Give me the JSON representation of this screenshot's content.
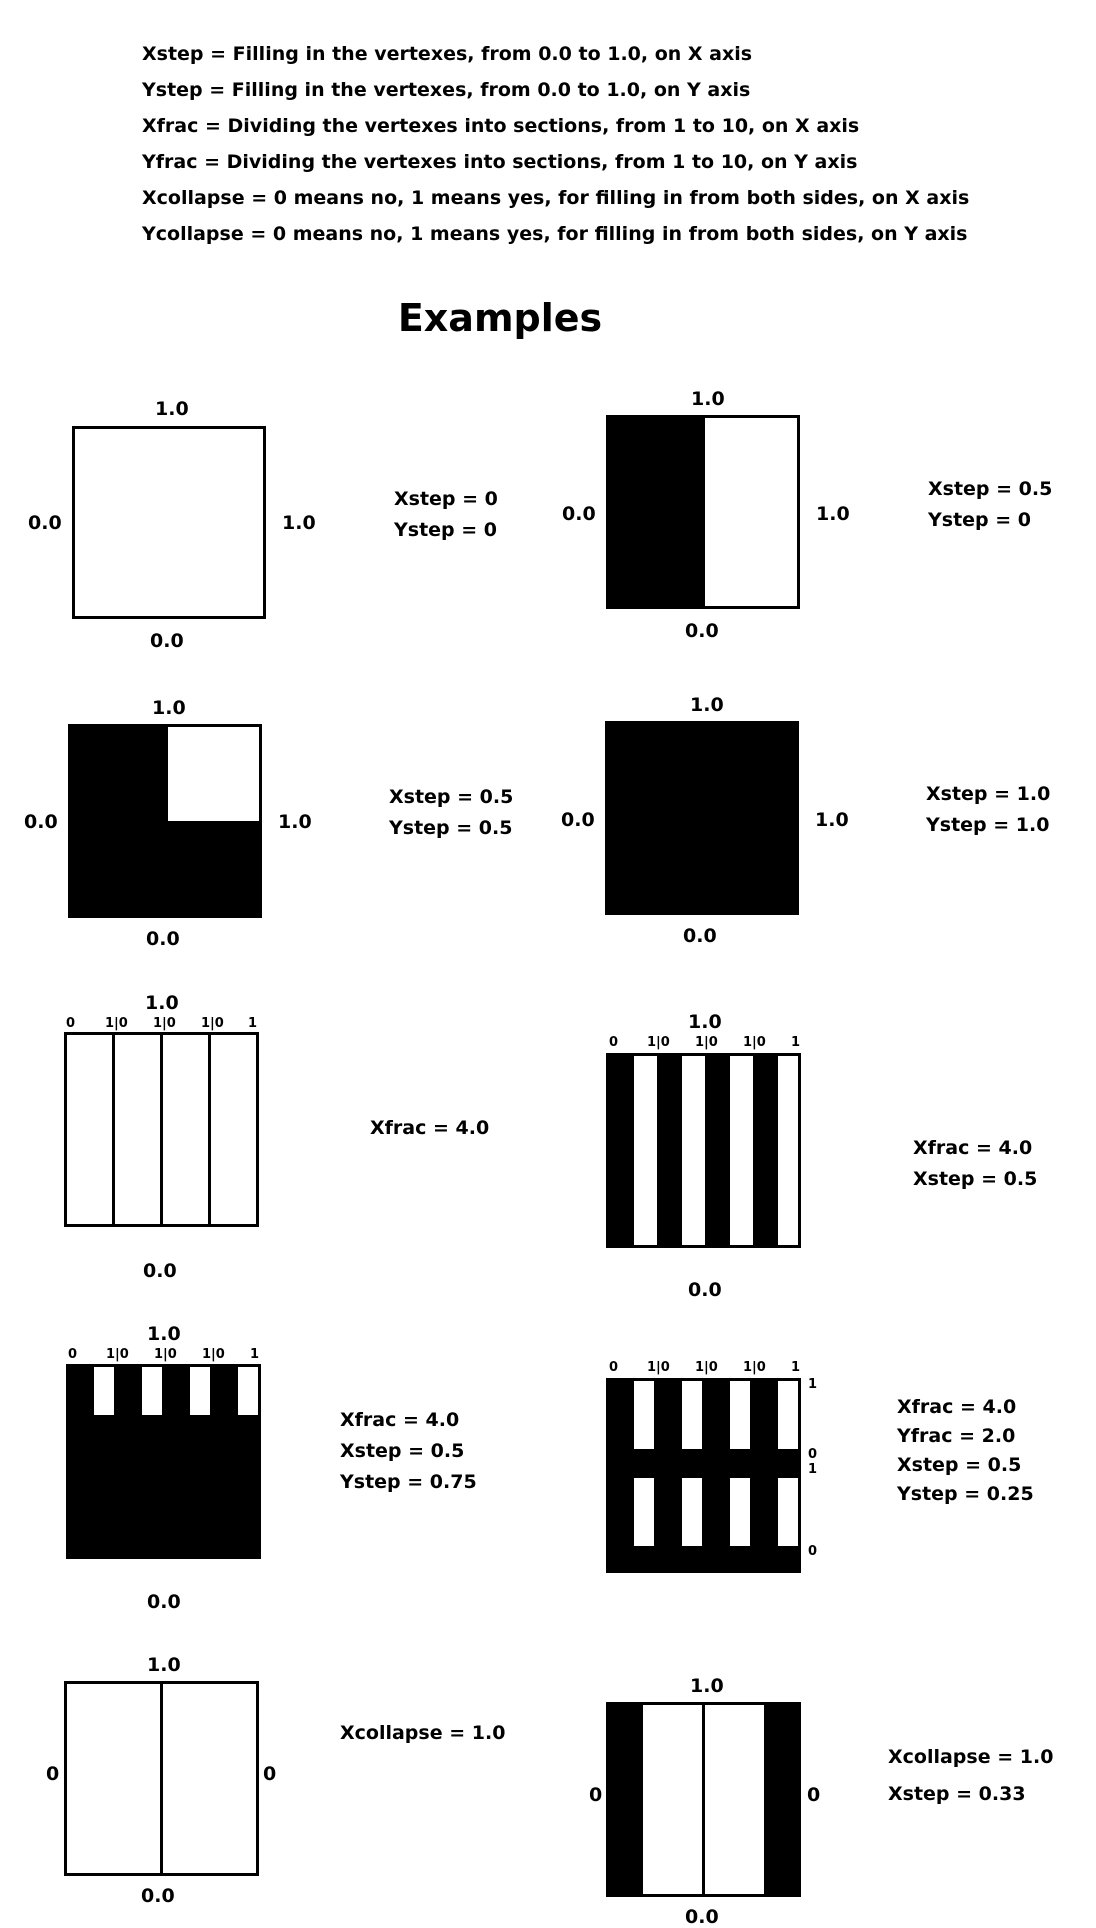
{
  "legend": [
    "Xstep = Filling in the vertexes, from 0.0 to 1.0, on X axis",
    "Ystep = Filling in the vertexes, from 0.0 to 1.0, on Y axis",
    "Xfrac = Dividing the vertexes into sections, from 1 to 10, on X axis",
    "Yfrac = Dividing the vertexes into sections, from 1 to 10, on Y axis",
    "Xcollapse = 0 means no, 1 means yes, for filling in from both sides, on X axis",
    "Ycollapse = 0 means no, 1 means yes, for filling in from both sides, on Y axis"
  ],
  "title": "Examples",
  "labels": {
    "one": "1.0",
    "zero": "0.0",
    "zero_short": "0",
    "one_short": "1",
    "tick_mid": "1|0"
  },
  "examples": [
    {
      "params": [
        "Xstep = 0",
        "Ystep = 0"
      ]
    },
    {
      "params": [
        "Xstep = 0.5",
        "Ystep = 0"
      ]
    },
    {
      "params": [
        "Xstep = 0.5",
        "Ystep = 0.5"
      ]
    },
    {
      "params": [
        "Xstep = 1.0",
        "Ystep = 1.0"
      ]
    },
    {
      "params": [
        "Xfrac = 4.0"
      ]
    },
    {
      "params": [
        "Xfrac = 4.0",
        "Xstep = 0.5"
      ]
    },
    {
      "params": [
        "Xfrac = 4.0",
        "Xstep = 0.5",
        "Ystep = 0.75"
      ]
    },
    {
      "params": [
        "Xfrac = 4.0",
        "Yfrac = 2.0",
        "Xstep = 0.5",
        "Ystep = 0.25"
      ]
    },
    {
      "params": [
        "Xcollapse = 1.0"
      ]
    },
    {
      "params": [
        "Xcollapse = 1.0",
        "Xstep = 0.33"
      ]
    }
  ]
}
